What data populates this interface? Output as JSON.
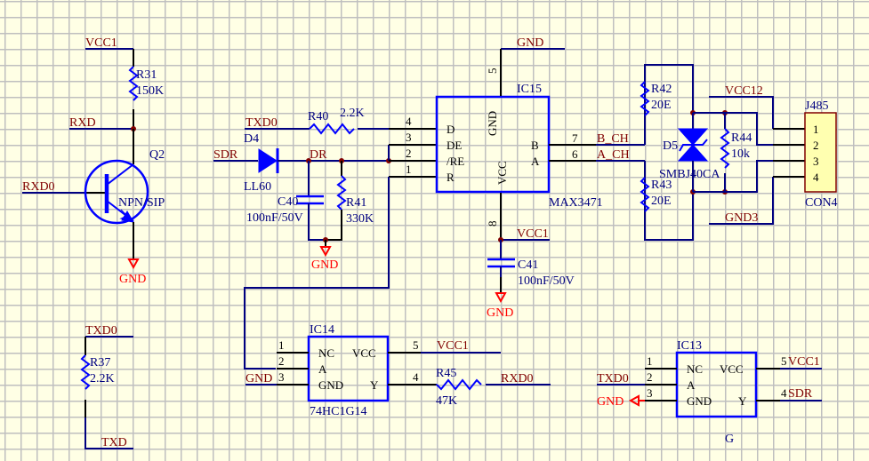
{
  "colors": {
    "background": "#FFFFE5",
    "grid": "#BFBFBF",
    "wire": "#000080",
    "component": "#0000FF",
    "net_label": "#800000",
    "power_gnd": "#FF0000",
    "connector_fill": "#FFFFB0"
  },
  "q2_section": {
    "vcc_label": "VCC1",
    "r31": {
      "ref": "R31",
      "value": "150K"
    },
    "rxd_label": "RXD",
    "q2": {
      "ref": "Q2",
      "value": "NPN/SIP"
    },
    "rxd0_label": "RXD0",
    "gnd_label": "GND"
  },
  "r37_section": {
    "top_label": "TXD0",
    "r37": {
      "ref": "R37",
      "value": "2.2K"
    },
    "bottom_label": "TXD"
  },
  "input_section": {
    "txd0_label": "TXD0",
    "r40": {
      "ref": "R40",
      "value": "2.2K"
    },
    "sdr_label": "SDR",
    "d4": {
      "ref": "D4",
      "value": "LL60"
    },
    "dr_label": "DR",
    "c40": {
      "ref": "C40",
      "value": "100nF/50V"
    },
    "r41": {
      "ref": "R41",
      "value": "330K"
    },
    "gnd_label": "GND"
  },
  "ic15": {
    "ref": "IC15",
    "part": "MAX3471",
    "left_pins": [
      {
        "num": "4",
        "name": "D"
      },
      {
        "num": "3",
        "name": "DE"
      },
      {
        "num": "2",
        "name": "/RE"
      },
      {
        "num": "1",
        "name": "R"
      }
    ],
    "right_pins": [
      {
        "num": "7",
        "name": "B",
        "net": "B_CH"
      },
      {
        "num": "6",
        "name": "A",
        "net": "A_CH"
      }
    ],
    "top_pin": {
      "num": "5",
      "name": "GND",
      "net": "GND"
    },
    "bottom_pin": {
      "num": "8",
      "name": "VCC",
      "net": "VCC1"
    },
    "c41": {
      "ref": "C41",
      "value": "100nF/50V"
    },
    "gnd_label": "GND"
  },
  "protection": {
    "r42": {
      "ref": "R42",
      "value": "20E"
    },
    "r43": {
      "ref": "R43",
      "value": "20E"
    },
    "d5": {
      "ref": "D5",
      "value": "SMBJ40CA"
    },
    "r44": {
      "ref": "R44",
      "value": "10k"
    },
    "vcc12_label": "VCC12",
    "gnd3_label": "GND3"
  },
  "j485": {
    "ref": "J485",
    "part": "CON4",
    "pins": [
      "1",
      "2",
      "3",
      "4"
    ]
  },
  "ic14": {
    "ref": "IC14",
    "part": "74HC1G14",
    "left_pins": [
      {
        "num": "1",
        "name": "NC"
      },
      {
        "num": "2",
        "name": "A"
      },
      {
        "num": "3",
        "name": "GND"
      }
    ],
    "right_pins": [
      {
        "num": "5",
        "name": "VCC",
        "net": "VCC1"
      },
      {
        "num": "4",
        "name": "Y"
      }
    ],
    "gnd_label": "GND",
    "r45": {
      "ref": "R45",
      "value": "47K"
    },
    "rxd0_label": "RXD0"
  },
  "ic13": {
    "ref": "IC13",
    "part": "G",
    "left_pins": [
      {
        "num": "1",
        "name": "NC"
      },
      {
        "num": "2",
        "name": "A",
        "net": "TXD0"
      },
      {
        "num": "3",
        "name": "GND",
        "net": "GND"
      }
    ],
    "right_pins": [
      {
        "num": "5",
        "name": "VCC",
        "net": "VCC1"
      },
      {
        "num": "4",
        "name": "Y",
        "net": "SDR"
      }
    ]
  }
}
